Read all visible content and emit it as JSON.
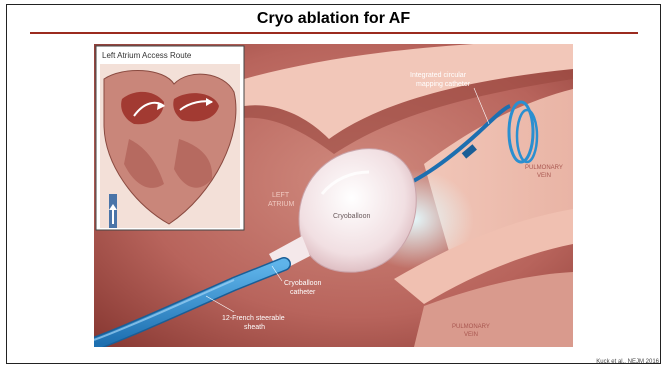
{
  "slide": {
    "title": "Cryo ablation for AF",
    "citation": "Kuck et al., NEJM 2016"
  },
  "illustration": {
    "inset_title": "Left Atrium Access Route",
    "labels": {
      "mapping_catheter": [
        "Integrated circular",
        "mapping catheter"
      ],
      "pulmonary_vein_upper": [
        "PULMONARY",
        "VEIN"
      ],
      "left_atrium": [
        "LEFT",
        "ATRIUM"
      ],
      "cryoballoon": "Cryoballoon",
      "cryoballoon_catheter": [
        "Cryoballoon",
        "catheter"
      ],
      "sheath": [
        "12-French steerable",
        "sheath"
      ],
      "pulmonary_vein_lower": [
        "PULMONARY",
        "VEIN"
      ]
    },
    "colors": {
      "tissue": "#b8645c",
      "tissue_dark": "#7a2a26",
      "vein_wall": "#e7b0a2",
      "sheath_blue": "#2a8fd0",
      "balloon": "#f3e7e9",
      "glow": "#d9f2f6",
      "accent_rule": "#9b2b1f"
    }
  }
}
